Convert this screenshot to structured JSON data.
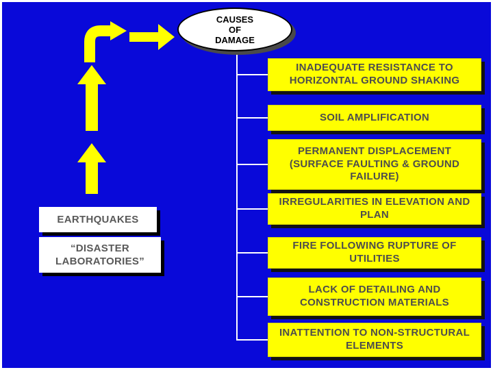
{
  "colors": {
    "background": "#0909d9",
    "box_yellow": "#ffff00",
    "box_text": "#4d4d4d",
    "shadow": "#121212",
    "arrow_yellow": "#ffff00"
  },
  "oval": {
    "lines": [
      "CAUSES",
      "OF",
      "DAMAGE"
    ]
  },
  "sources": {
    "earthquakes": "EARTHQUAKES",
    "disaster_laboratories": "“DISASTER LABORATORIES”"
  },
  "causes": [
    "INADEQUATE RESISTANCE TO HORIZONTAL GROUND SHAKING",
    "SOIL AMPLIFICATION",
    "PERMANENT DISPLACEMENT (SURFACE FAULTING & GROUND FAILURE)",
    "IRREGULARITIES IN ELEVATION AND PLAN",
    "FIRE FOLLOWING RUPTURE OF UTILITIES",
    "LACK OF DETAILING AND CONSTRUCTION MATERIALS",
    "INATTENTION TO  NON-STRUCTURAL ELEMENTS"
  ]
}
